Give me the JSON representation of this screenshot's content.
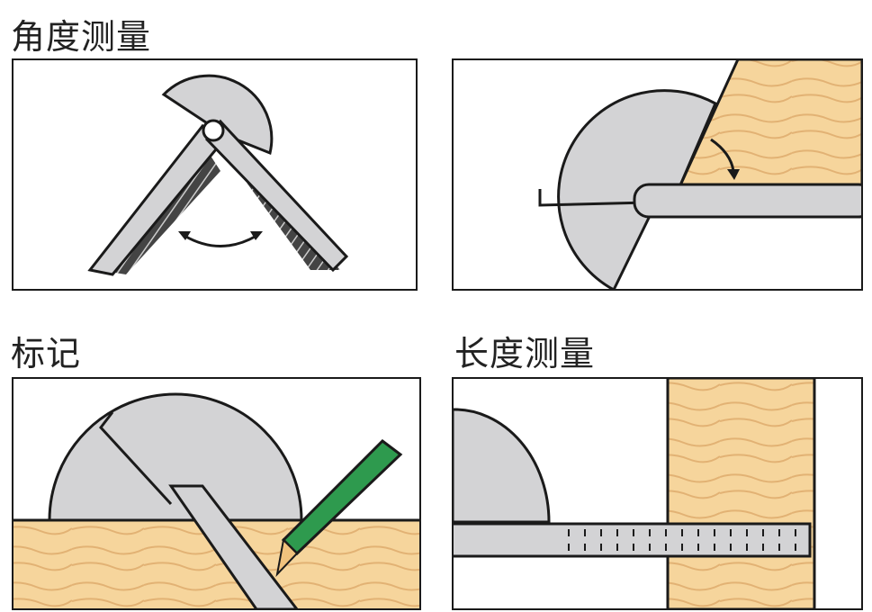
{
  "panels": [
    {
      "title": "角度测量"
    },
    {
      "title": ""
    },
    {
      "title": "标记"
    },
    {
      "title": "长度测量"
    }
  ],
  "colors": {
    "wood": "#f6d59c",
    "wood_grain": "#e2b274",
    "metal": "#d3d3d5",
    "outline": "#1a1a1a",
    "pencil": "#2e9a4e"
  }
}
